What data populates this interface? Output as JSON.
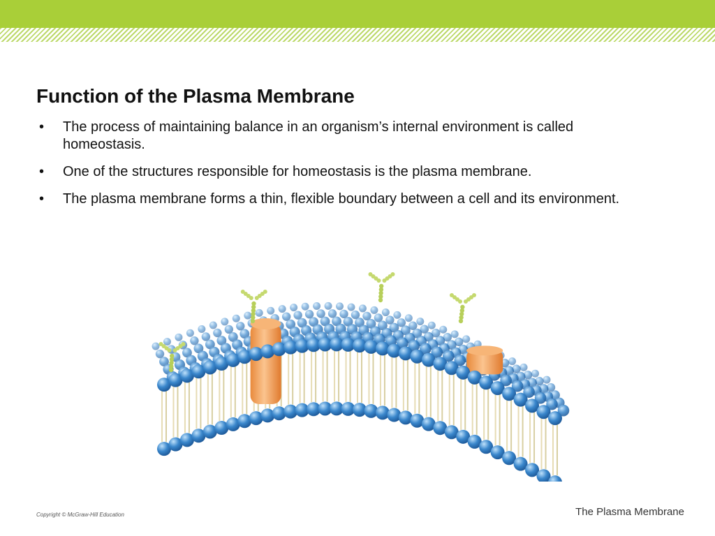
{
  "slide": {
    "title": "Function of the Plasma Membrane",
    "bullets": [
      "The process of maintaining balance in an organism’s internal environment is called homeostasis.",
      "One of the structures responsible for homeostasis is the plasma membrane.",
      "The plasma membrane forms a thin, flexible boundary between a cell and its environment."
    ],
    "footer": {
      "copyright": "Copyright © McGraw-Hill Education",
      "topic": "The Plasma Membrane"
    }
  },
  "colors": {
    "header_green": "#a9cf38",
    "phospholipid_head": "#3a87cc",
    "protein": "#f2a35e",
    "carbohydrate": "#b7cf5a"
  },
  "illustration": {
    "icon": "plasma-membrane-illustration"
  }
}
